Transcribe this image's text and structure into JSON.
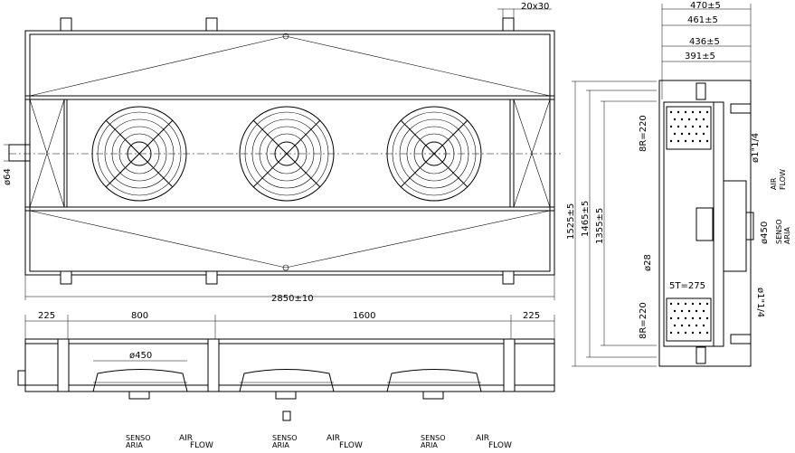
{
  "top_view": {
    "bracket_dim": "20x30",
    "overall_length": "2850±10",
    "pipe_diameter": "ø64"
  },
  "front_view": {
    "segments": [
      "225",
      "800",
      "1600",
      "225"
    ],
    "fan_diameter": "ø450",
    "flow_labels": [
      {
        "senso": "SENSO",
        "aria": "ARIA",
        "air": "AIR",
        "flow": "FLOW"
      },
      {
        "senso": "SENSO",
        "aria": "ARIA",
        "air": "AIR",
        "flow": "FLOW"
      },
      {
        "senso": "SENSO",
        "aria": "ARIA",
        "air": "AIR",
        "flow": "FLOW"
      }
    ]
  },
  "side_view": {
    "width_dims": [
      "470±5",
      "461±5",
      "436±5",
      "391±5"
    ],
    "height_dims": [
      "1525±5",
      "1465±5",
      "1355±5"
    ],
    "labels": {
      "bend_top": "8R=220",
      "bend_bottom": "8R=220",
      "tube_size": "ø28",
      "tube_pitch": "5T=275",
      "pipe_top": "ø1\"1/4",
      "pipe_bottom": "ø1\"1/4",
      "fan": "ø450",
      "air": "AIR",
      "flow": "FLOW",
      "senso": "SENSO",
      "aria": "ARIA"
    }
  }
}
